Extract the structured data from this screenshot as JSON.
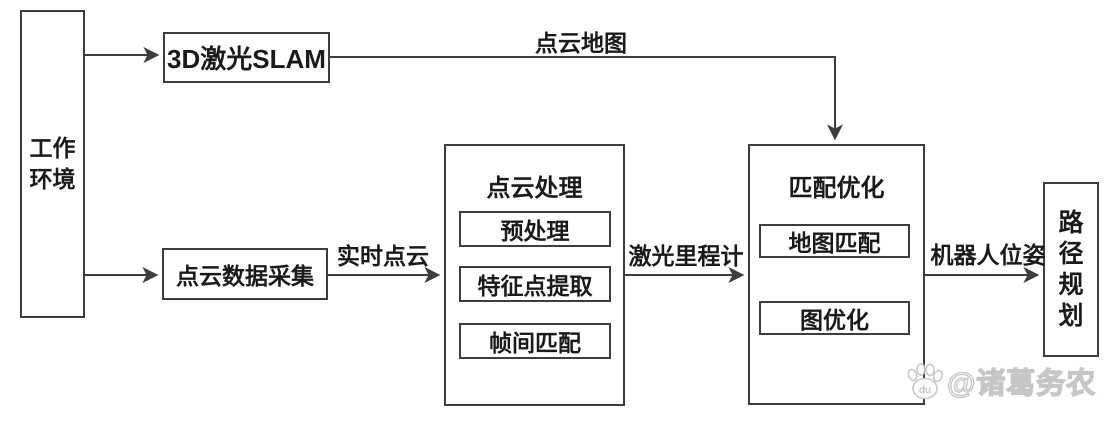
{
  "diagram": {
    "line_color": "#3d3d3d",
    "text_color": "#1a1a1a",
    "background": "#ffffff",
    "nodes": {
      "work_env": {
        "label": "工作\n环境"
      },
      "slam_3d": {
        "label": "3D激光SLAM"
      },
      "point_cloud_collect": {
        "label": "点云数据采集"
      },
      "point_cloud_processing": {
        "title": "点云处理",
        "steps": [
          "预处理",
          "特征点提取",
          "帧间匹配"
        ]
      },
      "match_optimization": {
        "title": "匹配优化",
        "steps": [
          "地图匹配",
          "图优化"
        ]
      },
      "path_planning": {
        "label": "路径规划"
      }
    },
    "edges": {
      "point_cloud_map": "点云地图",
      "realtime_point_cloud": "实时点云",
      "laser_odometry": "激光里程计",
      "robot_pose": "机器人位姿"
    }
  },
  "watermark": {
    "icon_label": "du",
    "handle": "@诸葛务农",
    "color": "#c4c4c4"
  }
}
